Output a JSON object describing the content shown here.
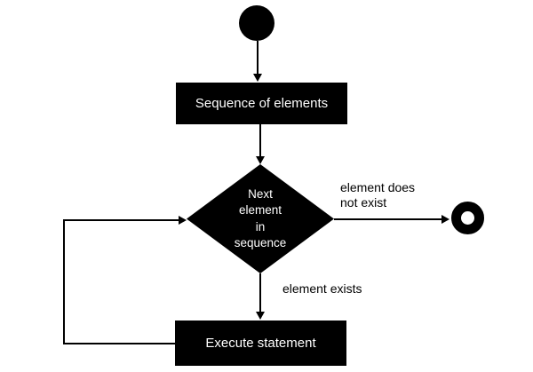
{
  "diagram": {
    "colors": {
      "background": "#ffffff",
      "shape_fill": "#000000",
      "shape_text": "#ffffff",
      "edge_label_text": "#000000"
    },
    "nodes": {
      "start": {
        "shape": "filled-circle"
      },
      "process1": {
        "label": "Sequence of elements"
      },
      "decision": {
        "label": "Next element in sequence",
        "lines": [
          "Next",
          "element",
          "in",
          "sequence"
        ]
      },
      "process2": {
        "label": "Execute statement"
      },
      "end": {
        "shape": "ring"
      }
    },
    "edge_labels": {
      "does_not_exist": [
        "element does",
        "not exist"
      ],
      "exists": "element exists"
    },
    "edges": [
      {
        "from": "start",
        "to": "process1",
        "label": ""
      },
      {
        "from": "process1",
        "to": "decision",
        "label": ""
      },
      {
        "from": "decision",
        "to": "end",
        "label": "element does not exist"
      },
      {
        "from": "decision",
        "to": "process2",
        "label": "element exists"
      },
      {
        "from": "process2",
        "to": "decision",
        "label": ""
      }
    ]
  }
}
